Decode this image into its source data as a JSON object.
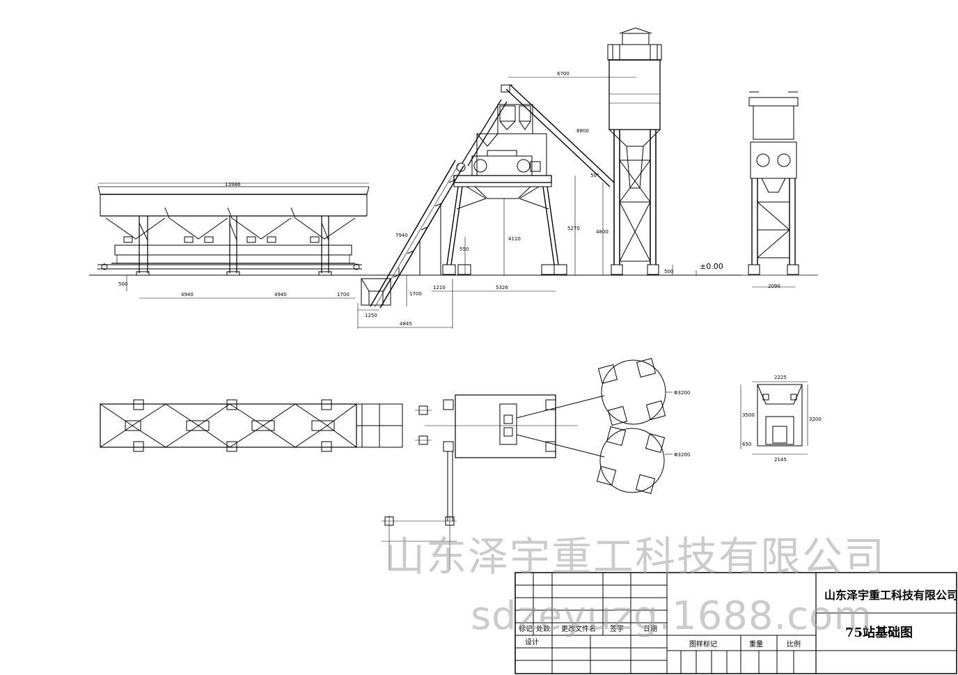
{
  "drawing": {
    "title_company": "山东泽宇重工科技有限公司",
    "title_drawing": "75站基础图",
    "ground_level": "±0.00"
  },
  "watermark": {
    "company": "山东泽宇重工科技有限公司",
    "url": "sdzeyuzg.1688.com"
  },
  "dimensions": {
    "aggregate_total_length": "13986",
    "aggregate_leg_height": "500",
    "aggregate_span_1": "4940",
    "aggregate_span_2": "4940",
    "aggregate_end": "1700",
    "belt_length": "7940",
    "belt_pit_width": "1250",
    "belt_pit_offset": "4845",
    "belt_pit_depth": "1700",
    "mixer_offset": "1210",
    "mixer_span": "5326",
    "mixer_leg_height_1": "550",
    "mixer_leg_height_2": "4110",
    "mixer_height": "5270",
    "silo_distance": "6700",
    "screw_length": "8800",
    "screw_angle": "50°",
    "silo_height": "4800",
    "silo_foundation": "500",
    "side_width": "2090",
    "plan_silo_dia_1": "Φ3200",
    "plan_silo_dia_2": "Φ3200",
    "plan_side_top": "2225",
    "plan_side_bottom": "2145",
    "plan_side_h1": "3500",
    "plan_side_h2": "3200",
    "plan_side_h3": "650"
  },
  "title_block": {
    "row_labels": [
      "标记",
      "处数",
      "更改文件名",
      "签字",
      "日期"
    ],
    "design_label": "设计",
    "drawing_mark_label": "图样标记",
    "weight_label": "重量",
    "scale_label": "比例"
  }
}
